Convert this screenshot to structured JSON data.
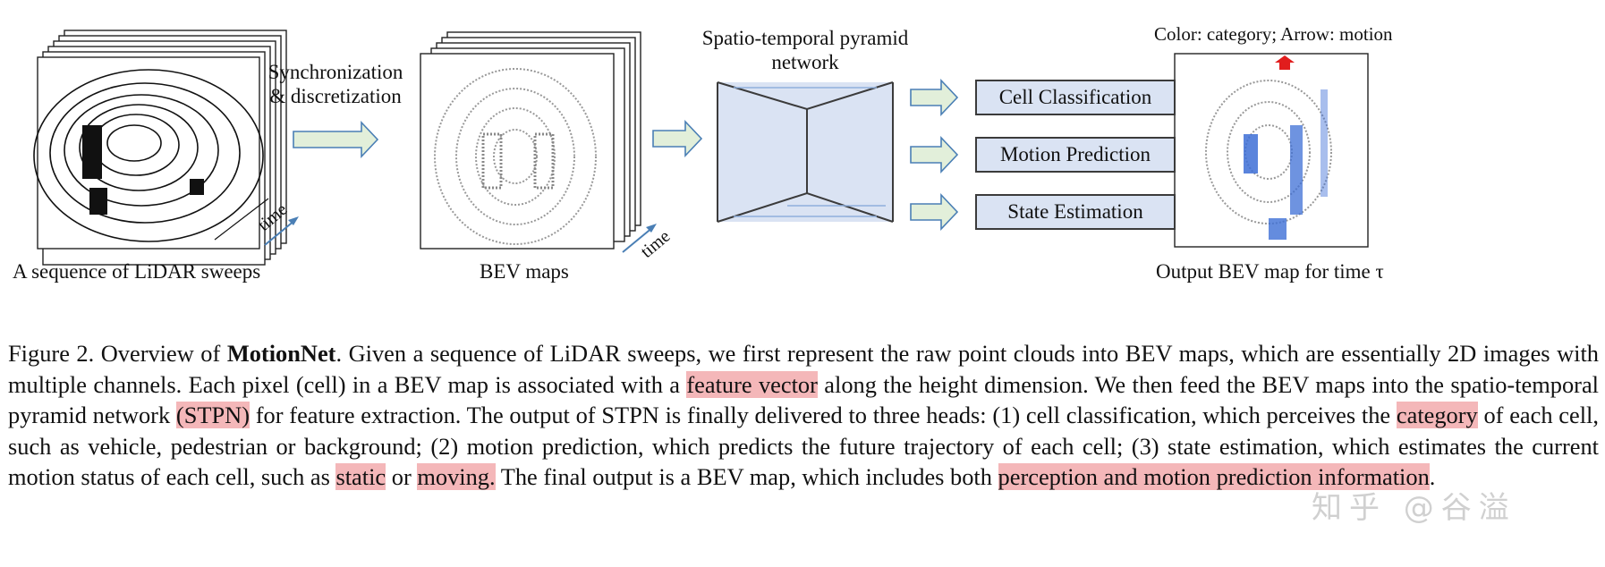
{
  "diagram": {
    "input_caption": "A sequence of LiDAR sweeps",
    "sync_label_line1": "Synchronization",
    "sync_label_line2": "& discretization",
    "bev_caption": "BEV maps",
    "time_label": "time",
    "stpn_label_line1": "Spatio-temporal pyramid",
    "stpn_label_line2": "network",
    "heads": [
      "Cell Classification",
      "Motion Prediction",
      "State Estimation"
    ],
    "output_top_label": "Color: category; Arrow: motion",
    "output_caption": "Output BEV map for time τ",
    "colors": {
      "arrow_fill": "#e2efda",
      "arrow_stroke": "#4a7fb5",
      "box_fill": "#dae3f3",
      "category_blue": "#3d6fd6",
      "motion_red": "#e11d1d"
    }
  },
  "caption": {
    "prefix": "Figure 2. Overview of ",
    "bold": "MotionNet",
    "t1": ". Given a sequence of LiDAR sweeps, we first represent the raw point clouds into BEV maps, which are essentially 2D images with multiple channels. Each pixel (cell) in a BEV map is associated with a ",
    "h1": "feature vector",
    "t2": " along the height dimension. We then feed the BEV maps into the spatio-temporal pyramid network ",
    "h2": "(STPN)",
    "t3": " for feature extraction. The output of STPN is finally delivered to three heads: (1) cell classification, which perceives the ",
    "h3": "category",
    "t4": " of each cell, such as vehicle, pedestrian or background; (2) motion prediction, which predicts the future trajectory of each cell; (3) state estimation, which estimates the current motion status of each cell, such as ",
    "h4": "static",
    "t5": " or ",
    "h5": "moving.",
    "t6": " The final output is a BEV map, which includes both ",
    "h6": "perception and motion prediction information",
    "t7": "."
  },
  "watermark": "知乎 @谷溢"
}
